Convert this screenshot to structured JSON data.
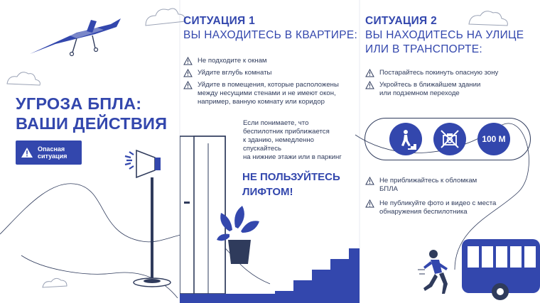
{
  "left": {
    "headline_line1": "УГРОЗА БПЛА:",
    "headline_line2": "ВАШИ ДЕЙСТВИЯ",
    "badge_line1": "Опасная",
    "badge_line2": "ситуация"
  },
  "situation1": {
    "title": "СИТУАЦИЯ 1",
    "subtitle": "ВЫ НАХОДИТЕСЬ В КВАРТИРЕ:",
    "items": [
      {
        "text": "Не подходите к окнам"
      },
      {
        "text": "Уйдите вглубь комнаты"
      },
      {
        "line1": "Уйдите в помещения, которые расположены",
        "line2": "между несущими стенами и не имеют окон,",
        "line3": "например, ванную комнату или коридор"
      }
    ],
    "drone_text": [
      "Если понимаете, что",
      "беспилотник приближается",
      "к зданию, немедленно",
      "спускайтесь",
      "на нижние этажи или в паркинг"
    ],
    "elevator_line1": "НЕ ПОЛЬЗУЙТЕСЬ",
    "elevator_line2": "ЛИФТОМ!"
  },
  "situation2": {
    "title": "СИТУАЦИЯ 2",
    "subtitle_line1": "ВЫ НАХОДИТЕСЬ НА УЛИЦЕ",
    "subtitle_line2": "ИЛИ В ТРАНСПОРТЕ:",
    "items": [
      {
        "text": "Постарайтесь покинуть опасную зону"
      },
      {
        "line1": "Укройтесь в ближайшем здании",
        "line2": "или подземном переходе"
      }
    ],
    "distance_label": "100 М",
    "items_bottom": [
      {
        "line1": "Не приближайтесь к обломкам",
        "line2": "БПЛА"
      },
      {
        "line1": "Не публикуйте фото и видео с места",
        "line2": "обнаружения беспилотника"
      }
    ]
  },
  "colors": {
    "accent": "#3347ad",
    "text": "#2f3b5c"
  },
  "icons": [
    "warning-triangle-icon",
    "drone-icon",
    "loudspeaker-icon",
    "person-stairs-icon",
    "no-camera-icon",
    "running-person-icon",
    "bus-icon",
    "door-icon",
    "potted-plant-icon"
  ]
}
